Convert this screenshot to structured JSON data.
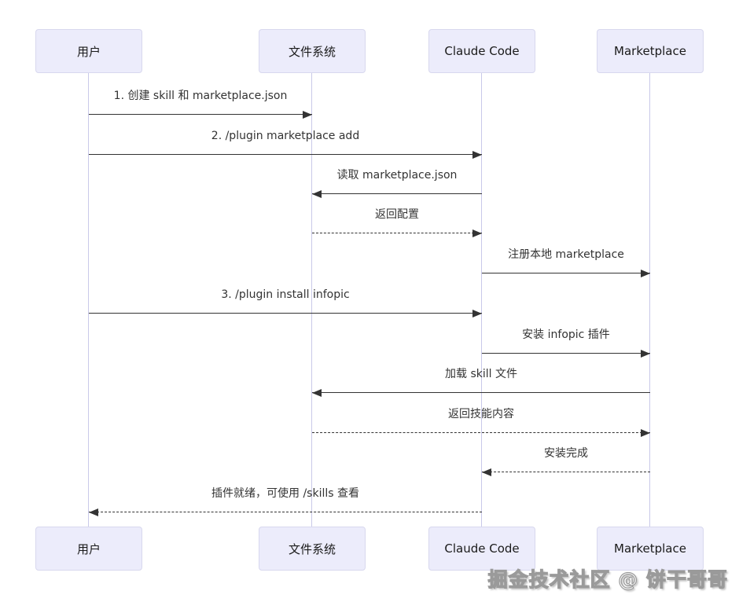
{
  "diagram": {
    "type": "sequence",
    "actors": [
      {
        "label": "用户"
      },
      {
        "label": "文件系统"
      },
      {
        "label": "Claude Code"
      },
      {
        "label": "Marketplace"
      }
    ],
    "messages": [
      {
        "text": "1. 创建 skill 和 marketplace.json",
        "from": "用户",
        "to": "文件系统",
        "line": "solid"
      },
      {
        "text": "2. /plugin marketplace add",
        "from": "用户",
        "to": "Claude Code",
        "line": "solid"
      },
      {
        "text": "读取 marketplace.json",
        "from": "Claude Code",
        "to": "文件系统",
        "line": "solid"
      },
      {
        "text": "返回配置",
        "from": "文件系统",
        "to": "Claude Code",
        "line": "dashed"
      },
      {
        "text": "注册本地 marketplace",
        "from": "Claude Code",
        "to": "Marketplace",
        "line": "solid"
      },
      {
        "text": "3. /plugin install infopic",
        "from": "用户",
        "to": "Claude Code",
        "line": "solid"
      },
      {
        "text": "安装 infopic 插件",
        "from": "Claude Code",
        "to": "Marketplace",
        "line": "solid"
      },
      {
        "text": "加载 skill 文件",
        "from": "Marketplace",
        "to": "文件系统",
        "line": "solid"
      },
      {
        "text": "返回技能内容",
        "from": "文件系统",
        "to": "Marketplace",
        "line": "dashed"
      },
      {
        "text": "安装完成",
        "from": "Marketplace",
        "to": "Claude Code",
        "line": "dashed"
      },
      {
        "text": "插件就绪，可使用 /skills 查看",
        "from": "Claude Code",
        "to": "用户",
        "line": "dashed"
      }
    ]
  },
  "watermark": {
    "text": "掘金技术社区 @ 饼干哥哥"
  },
  "colors": {
    "actor_fill": "#ececfb",
    "actor_border": "#d8d8ee",
    "actor_text": "#1a1a1a",
    "lifeline": "#c9c9e9",
    "arrow": "#333333",
    "label_text": "#333333",
    "watermark_stroke": "#9a9a9a"
  }
}
